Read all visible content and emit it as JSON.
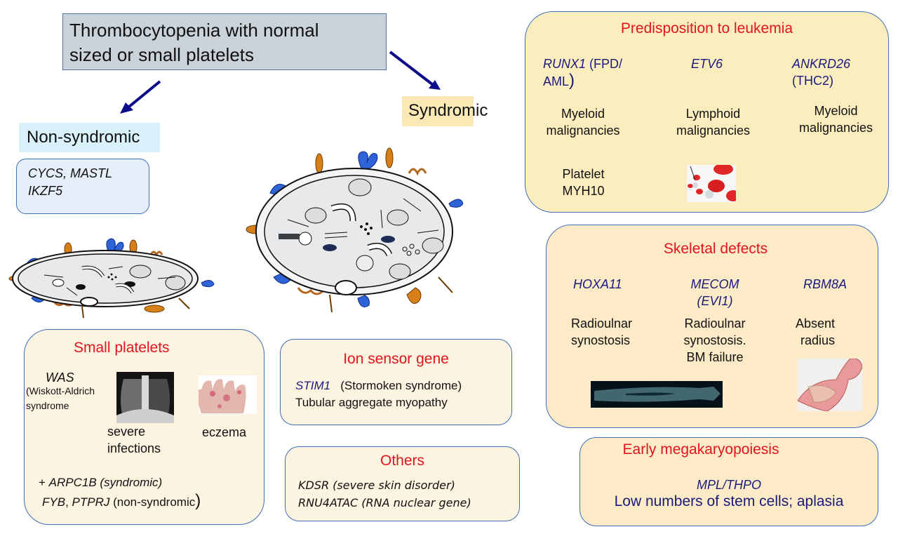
{
  "title": "Thrombocytopenia with normal sized or small platelets",
  "title_lines": [
    "Thrombocytopenia with normal",
    "sized or small platelets"
  ],
  "branches": {
    "non_syndromic": {
      "label": "Non-syndromic",
      "genes_line1": "CYCS, MASTL",
      "genes_line2": "IKZF5"
    },
    "syndromic": {
      "label": "Syndromic"
    }
  },
  "illustrations": {
    "small_platelet": "small-platelet-illustration",
    "normal_platelet": "normal-platelet-illustration"
  },
  "small_platelets": {
    "heading": "Small platelets",
    "gene": "WAS",
    "gene_desc_line1": "(Wiskott-Aldrich",
    "gene_desc_line2": "syndrome",
    "feature1_line1": "severe",
    "feature1_line2": "infections",
    "feature2": "eczema",
    "extra1_prefix": "+ ",
    "extra1_gene": "ARPC1B (syndromic)",
    "extra2_gene1": "FYB",
    "extra2_sep": ", ",
    "extra2_gene2": "PTPRJ",
    "extra2_desc": " (non-syndromic",
    "extra2_close": ")"
  },
  "ion_sensor": {
    "heading": "Ion sensor gene",
    "gene": "STIM1",
    "gene_desc": "(Stormoken syndrome)",
    "line2": "Tubular aggregate myopathy"
  },
  "others": {
    "heading": "Others",
    "line1": "KDSR (severe skin disorder)",
    "line2": "RNU4ATAC (RNA nuclear gene)"
  },
  "leukemia": {
    "heading": "Predisposition to leukemia",
    "col1": {
      "gene": "RUNX1",
      "gene_suffix": " (FPD/",
      "gene_line2": "AML",
      "gene_close": ")",
      "desc_line1": "Myeloid",
      "desc_line2": "malignancies",
      "extra_line1": "Platelet",
      "extra_line2": "MYH10"
    },
    "col2": {
      "gene": "ETV6",
      "desc_line1": "Lymphoid",
      "desc_line2": "malignancies"
    },
    "col3": {
      "gene": "ANKRD26",
      "gene_line2": "(THC2)",
      "desc_line1": "Myeloid",
      "desc_line2": "malignancies"
    }
  },
  "skeletal": {
    "heading": "Skeletal defects",
    "col1": {
      "gene": "HOXA11",
      "desc_line1": "Radioulnar",
      "desc_line2": "synostosis"
    },
    "col2": {
      "gene": "MECOM",
      "gene_line2": "(EVI1)",
      "desc_line1": "Radioulnar",
      "desc_line2": "synostosis.",
      "desc_line3": "BM failure"
    },
    "col3": {
      "gene": "RBM8A",
      "desc_line1": "Absent",
      "desc_line2": "radius"
    }
  },
  "early_mk": {
    "heading": "Early megakaryopoiesis",
    "gene": "MPL/THPO",
    "desc": "Low numbers of stem cells; aplasia"
  },
  "colors": {
    "heading_red": "#e2141e",
    "gene_navy": "#1a1a7a",
    "arrow": "#0d0d8a",
    "box_border": "#3e6eb5"
  }
}
